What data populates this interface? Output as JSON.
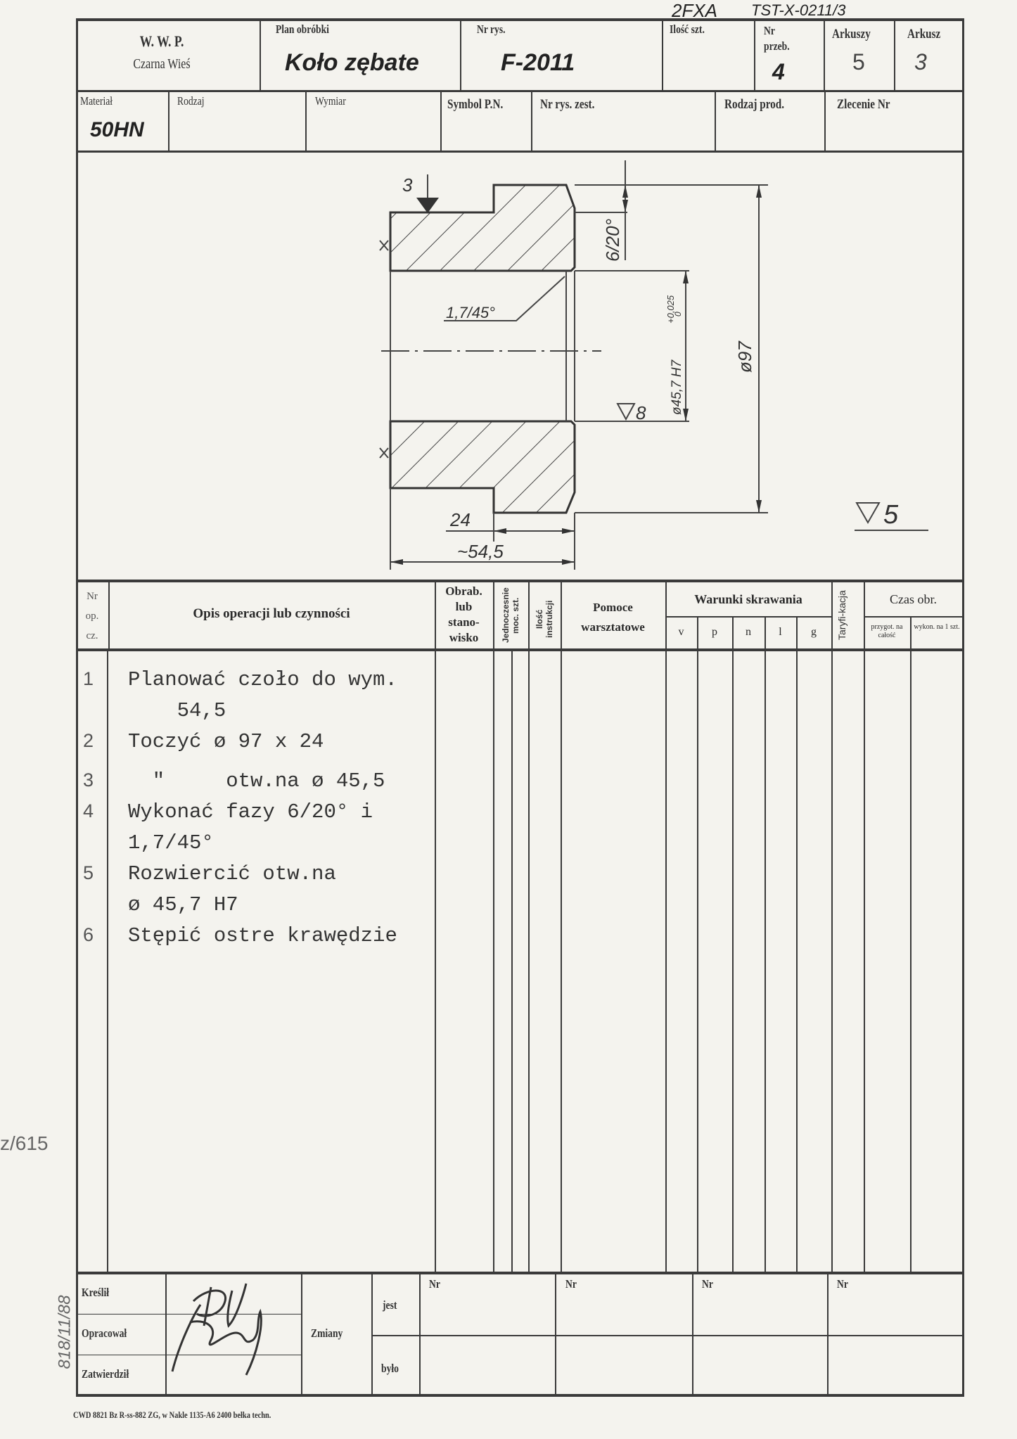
{
  "annotations": {
    "top_code_a": "2FXA",
    "top_code_b": "TST-X-0211/3",
    "side_stamp": "z/615",
    "side_date": "818/11/88"
  },
  "header": {
    "company": "W. W. P.",
    "company_sub": "Czarna Wieś",
    "plan_label": "Plan obróbki",
    "plan_value": "Koło zębate",
    "drawing_no_label": "Nr rys.",
    "drawing_no_value": "F-2011",
    "qty_label": "Ilość szt.",
    "pass_label": "Nr",
    "pass_label2": "przeb.",
    "pass_value": "4",
    "sheets_label": "Arkuszy",
    "sheets_value": "5",
    "sheet_label": "Arkusz",
    "sheet_value": "3",
    "material_label": "Materiał",
    "material_value": "50HN",
    "type_label": "Rodzaj",
    "dimension_label": "Wymiar",
    "symbol_label": "Symbol P.N.",
    "assembly_label": "Nr rys. zest.",
    "product_type_label": "Rodzaj prod.",
    "order_label": "Zlecenie Nr"
  },
  "drawing": {
    "datum": "3",
    "chamfer_outer": "6/20°",
    "chamfer_inner": "1,7/45°",
    "bore": "ø45,7 H7",
    "bore_tol": "+0,025",
    "bore_tol_low": "0",
    "outer_dia": "ø97",
    "roughness_bore": "8",
    "roughness_general": "5",
    "len_step": "24",
    "len_total": "~54,5"
  },
  "table": {
    "col_nr": [
      "Nr",
      "op.",
      "cz."
    ],
    "col_desc": "Opis operacji lub czynności",
    "col_station": [
      "Obrab.",
      "lub",
      "stano-",
      "wisko"
    ],
    "col_simult": "Jednoczesnie moc. szt.",
    "col_instr": "Ilość instrukcji",
    "col_aids": [
      "Pomoce",
      "warsztatowe"
    ],
    "col_cutting": "Warunki skrawania",
    "cutting_sub": [
      "v",
      "p",
      "n",
      "l",
      "g"
    ],
    "col_tariff": "Taryfi-kacja",
    "col_time": "Czas obr.",
    "time_sub": [
      "przygot. na całość",
      "wykon. na 1 szt."
    ],
    "operations": [
      {
        "nr": "1",
        "lines": [
          "Planować czoło do wym.",
          "    54,5"
        ]
      },
      {
        "nr": "2",
        "lines": [
          "Toczyć ø 97 x 24"
        ]
      },
      {
        "nr": "3",
        "lines": [
          "  \"     otw.na ø 45,5"
        ]
      },
      {
        "nr": "4",
        "lines": [
          "Wykonać fazy 6/20° i",
          "1,7/45°"
        ]
      },
      {
        "nr": "5",
        "lines": [
          "Rozwiercić otw.na",
          "ø 45,7 H7"
        ]
      },
      {
        "nr": "6",
        "lines": [
          "Stępić ostre krawędzie"
        ]
      }
    ]
  },
  "footer": {
    "drew": "Kreślił",
    "prepared": "Opracował",
    "approved": "Zatwierdził",
    "changes": "Zmiany",
    "is": "jest",
    "was": "było",
    "nr": [
      "Nr",
      "Nr",
      "Nr",
      "Nr"
    ],
    "imprint": "CWD 8821 Bz R-ss-882 ZG, w Nakle 1135-A6 2400 bełka techn."
  }
}
